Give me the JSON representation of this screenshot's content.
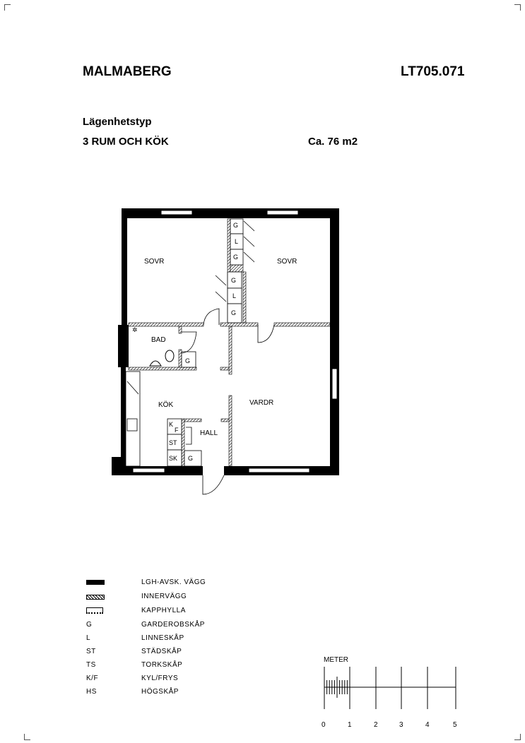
{
  "header": {
    "project": "MALMABERG",
    "code": "LT705.071"
  },
  "apartment": {
    "type_label": "Lägenhetstyp",
    "type": "3 RUM OCH KÖK",
    "area": "Ca. 76 m2"
  },
  "rooms": {
    "bedroom1": "SOVR",
    "bedroom2": "SOVR",
    "bath": "BAD",
    "kitchen": "KÖK",
    "living": "VARDR",
    "hall": "HALL"
  },
  "closets": {
    "g": "G",
    "l": "L",
    "st": "ST",
    "sk": "SK",
    "kf_k": "K",
    "kf_f": "F"
  },
  "legend": [
    {
      "symbol": "",
      "label": "LGH-AVSK. VÄGG"
    },
    {
      "symbol": "",
      "label": "INNERVÄGG"
    },
    {
      "symbol": "",
      "label": "KAPPHYLLA"
    },
    {
      "symbol": "G",
      "label": "GARDEROBSKÅP"
    },
    {
      "symbol": "L",
      "label": "LINNESKÅP"
    },
    {
      "symbol": "ST",
      "label": "STÄDSKÅP"
    },
    {
      "symbol": "TS",
      "label": "TORKSKÅP"
    },
    {
      "symbol": "K/F",
      "label": "KYL/FRYS"
    },
    {
      "symbol": "HS",
      "label": "HÖGSKÅP"
    }
  ],
  "scale": {
    "unit": "METER",
    "ticks": [
      "0",
      "1",
      "2",
      "3",
      "4",
      "5"
    ]
  }
}
